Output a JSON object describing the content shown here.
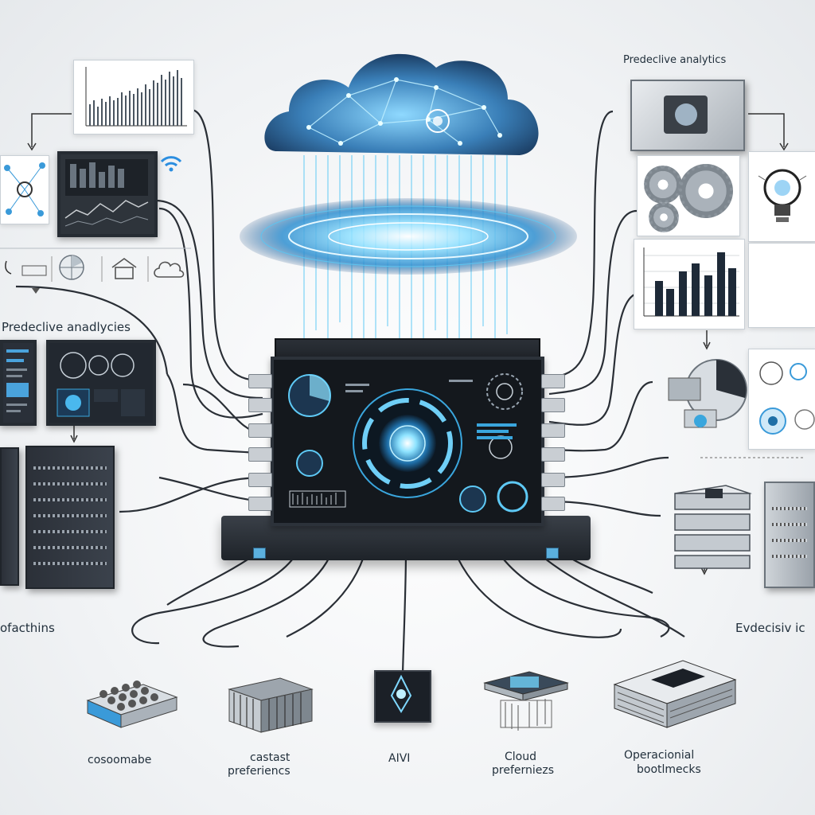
{
  "labels": {
    "predictive_top_right": "Predeclive analytics",
    "predictive_left": "Predeclive anadlycies",
    "left_mid": "ofacthins",
    "right_mid": "Evdecisiv ic",
    "bottom_1": "cosoomabe",
    "bottom_2a": "castast",
    "bottom_2b": "preferiencs",
    "bottom_3": "AIVI",
    "bottom_4a": "Cloud",
    "bottom_4b": "preferniezs",
    "bottom_5a": "Operacionial",
    "bottom_5b": "bootlmecks"
  },
  "colors": {
    "accent": "#3fb8f0",
    "glow": "#7fd8ff",
    "panel_dark": "#1b2027",
    "bars": "#1e2a38",
    "bars_accent": "#3a9ad9"
  },
  "icons": [
    "cloud-network-icon",
    "wifi-icon",
    "gear-icon",
    "lightbulb-icon",
    "house-icon",
    "cloud-outline-icon",
    "globe-icon"
  ]
}
